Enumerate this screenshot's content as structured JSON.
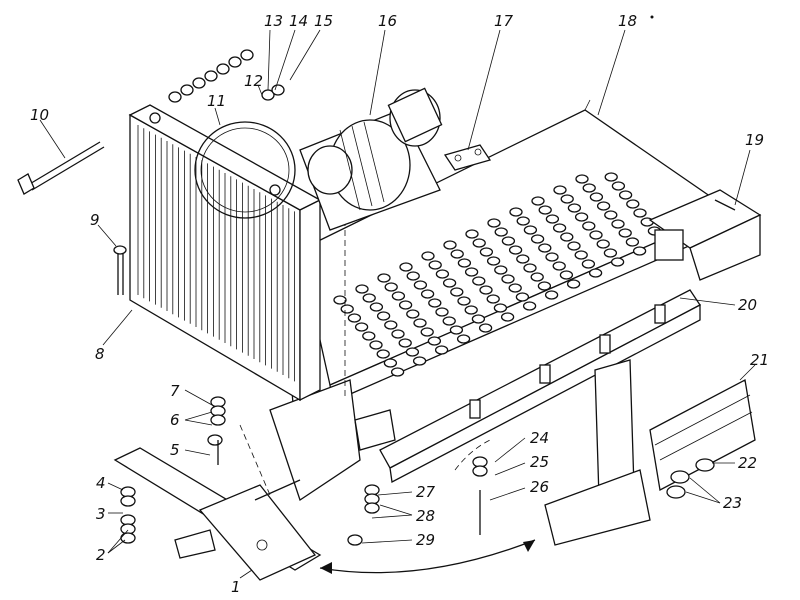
{
  "diagram": {
    "callouts": [
      {
        "id": "1",
        "text": "1"
      },
      {
        "id": "2",
        "text": "2"
      },
      {
        "id": "3",
        "text": "3"
      },
      {
        "id": "4",
        "text": "4"
      },
      {
        "id": "5",
        "text": "5"
      },
      {
        "id": "6",
        "text": "6"
      },
      {
        "id": "7",
        "text": "7"
      },
      {
        "id": "8",
        "text": "8"
      },
      {
        "id": "9",
        "text": "9"
      },
      {
        "id": "10",
        "text": "10"
      },
      {
        "id": "11",
        "text": "11"
      },
      {
        "id": "12",
        "text": "12"
      },
      {
        "id": "13",
        "text": "13"
      },
      {
        "id": "14",
        "text": "14"
      },
      {
        "id": "15",
        "text": "15"
      },
      {
        "id": "16",
        "text": "16"
      },
      {
        "id": "17",
        "text": "17"
      },
      {
        "id": "18",
        "text": "18"
      },
      {
        "id": "19",
        "text": "19"
      },
      {
        "id": "20",
        "text": "20"
      },
      {
        "id": "21",
        "text": "21"
      },
      {
        "id": "22",
        "text": "22"
      },
      {
        "id": "23",
        "text": "23"
      },
      {
        "id": "24",
        "text": "24"
      },
      {
        "id": "25",
        "text": "25"
      },
      {
        "id": "26",
        "text": "26"
      },
      {
        "id": "27",
        "text": "27"
      },
      {
        "id": "28",
        "text": "28"
      },
      {
        "id": "29",
        "text": "29"
      }
    ]
  }
}
